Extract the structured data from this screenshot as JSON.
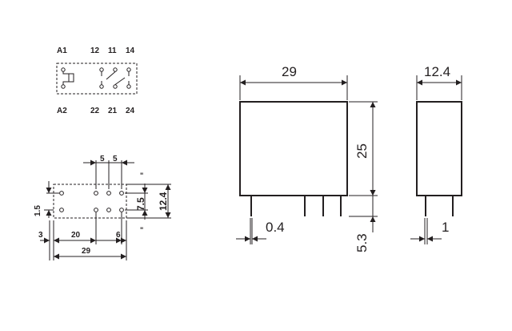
{
  "terminals": {
    "coil_top": "A1",
    "coil_bottom": "A2",
    "top_row": [
      "12",
      "11",
      "14"
    ],
    "bottom_row": [
      "22",
      "21",
      "24"
    ]
  },
  "pcb_layout": {
    "pitch_a": "5",
    "pitch_b": "5",
    "row_offset": "1.5",
    "row_spacing": "7.5",
    "footprint_height": "12.4",
    "edge_left": "3",
    "pin_span": "20",
    "edge_right": "6",
    "total_length": "29"
  },
  "front_view": {
    "width": "29",
    "height": "25",
    "pin_thickness": "0.4",
    "pin_length": "5.3"
  },
  "side_view": {
    "width": "12.4",
    "pin_width": "1"
  }
}
